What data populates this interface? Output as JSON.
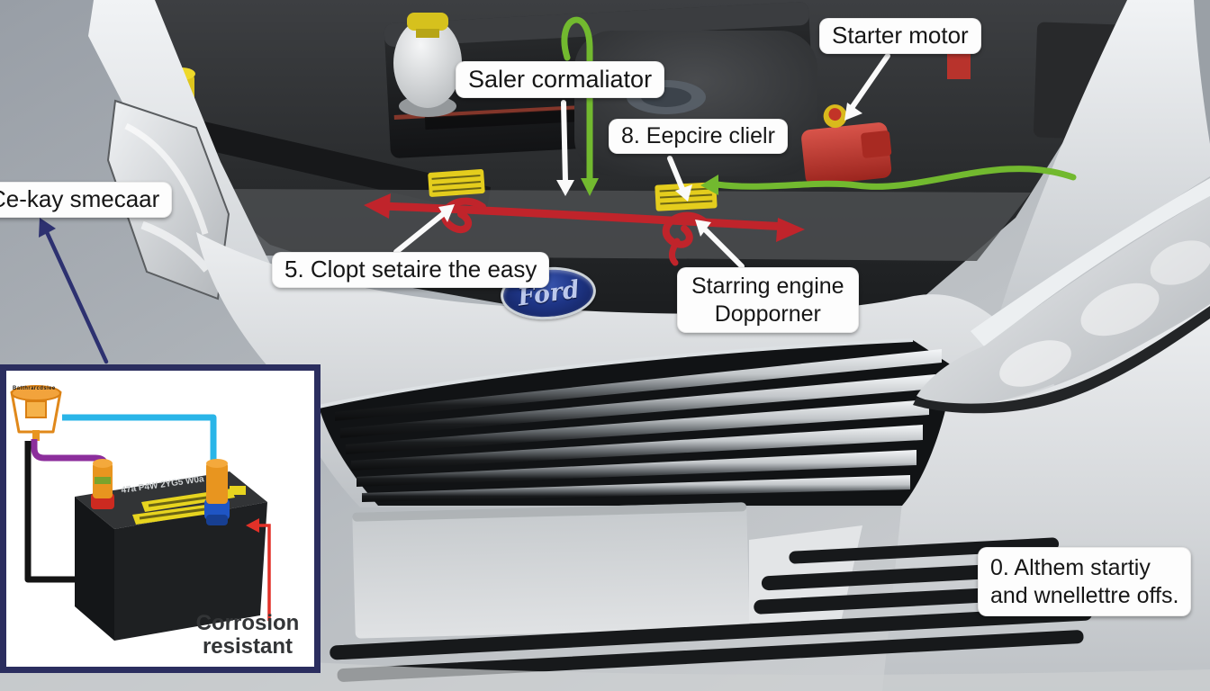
{
  "diagram": {
    "callouts": {
      "saler": "Saler cormaliator",
      "starter": "Starter motor",
      "eepcire": "8. Eepcire clielr",
      "cekay": "Ce-kay smecaar",
      "clopt": "5. Clopt setaire the easy",
      "starring1": "Starring engine",
      "starring2": "Dopporner",
      "althem1": "0. Althem startiy",
      "althem2": "and wnellettre offs."
    },
    "badge": {
      "text": "Ford"
    },
    "inset": {
      "micro_label": "Batthrarcdsiee",
      "battery_marks": "47a   P4W   2YG5   W0a",
      "corrosion1": "Corrosion",
      "corrosion2": "resistant"
    },
    "colors": {
      "arrow_red": "#c0242b",
      "arrow_green": "#72b92f",
      "arrow_navy": "#2d3170",
      "arrow_white": "#fafafa",
      "wire_cyan": "#2ab5e8",
      "wire_purple": "#8c2e9c",
      "wire_black": "#141414",
      "inset_border": "#2b2e5f",
      "sticker_yellow": "#e4cd1d"
    }
  }
}
